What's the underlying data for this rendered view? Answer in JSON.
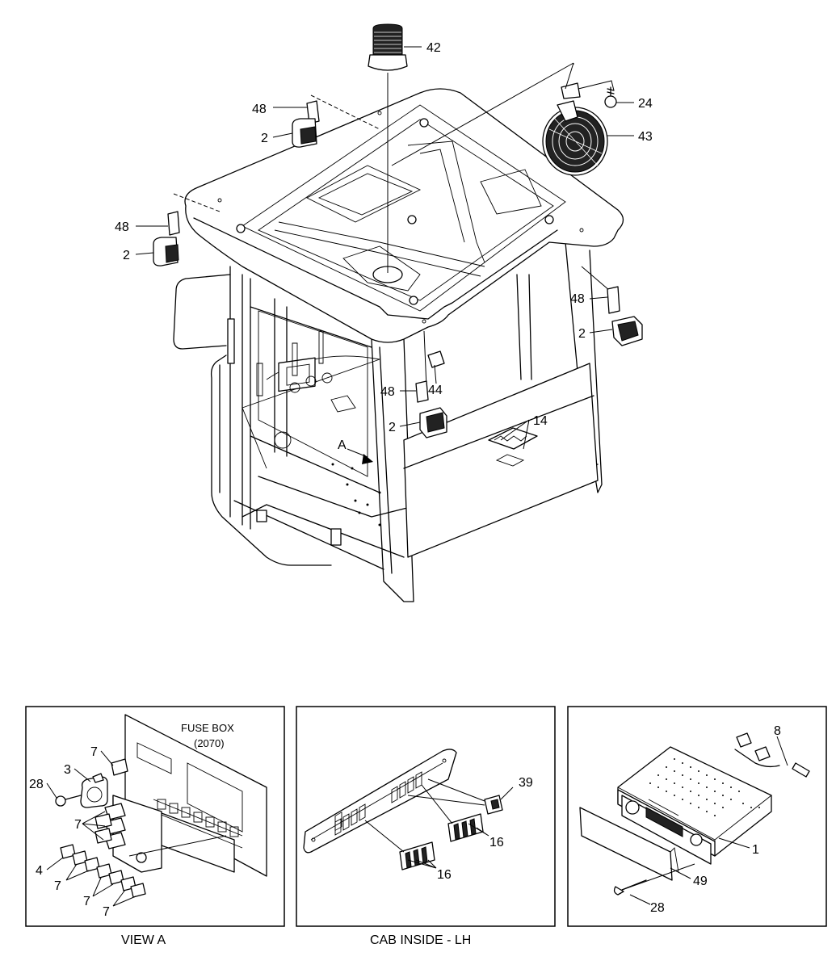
{
  "callouts": {
    "c42": "42",
    "c24": "24",
    "c43": "43",
    "c48a": "48",
    "c2a": "2",
    "c48b": "48",
    "c2b": "2",
    "c48c": "48",
    "c2c": "2",
    "c48d": "48",
    "c44": "44",
    "c2d": "2",
    "c14": "14",
    "cA": "A"
  },
  "view_a": {
    "fuse_box_label": "FUSE BOX",
    "fuse_box_code": "(2070)",
    "c7a": "7",
    "c3": "3",
    "c28": "28",
    "c7b": "7",
    "c4": "4",
    "c7c": "7",
    "c7d": "7",
    "c7e": "7"
  },
  "cab_inside": {
    "c39": "39",
    "c16a": "16",
    "c16b": "16"
  },
  "radio_panel": {
    "c8": "8",
    "c1": "1",
    "c49": "49",
    "c28": "28"
  },
  "captions": {
    "view_a": "VIEW A",
    "cab_inside": "CAB INSIDE - LH"
  }
}
